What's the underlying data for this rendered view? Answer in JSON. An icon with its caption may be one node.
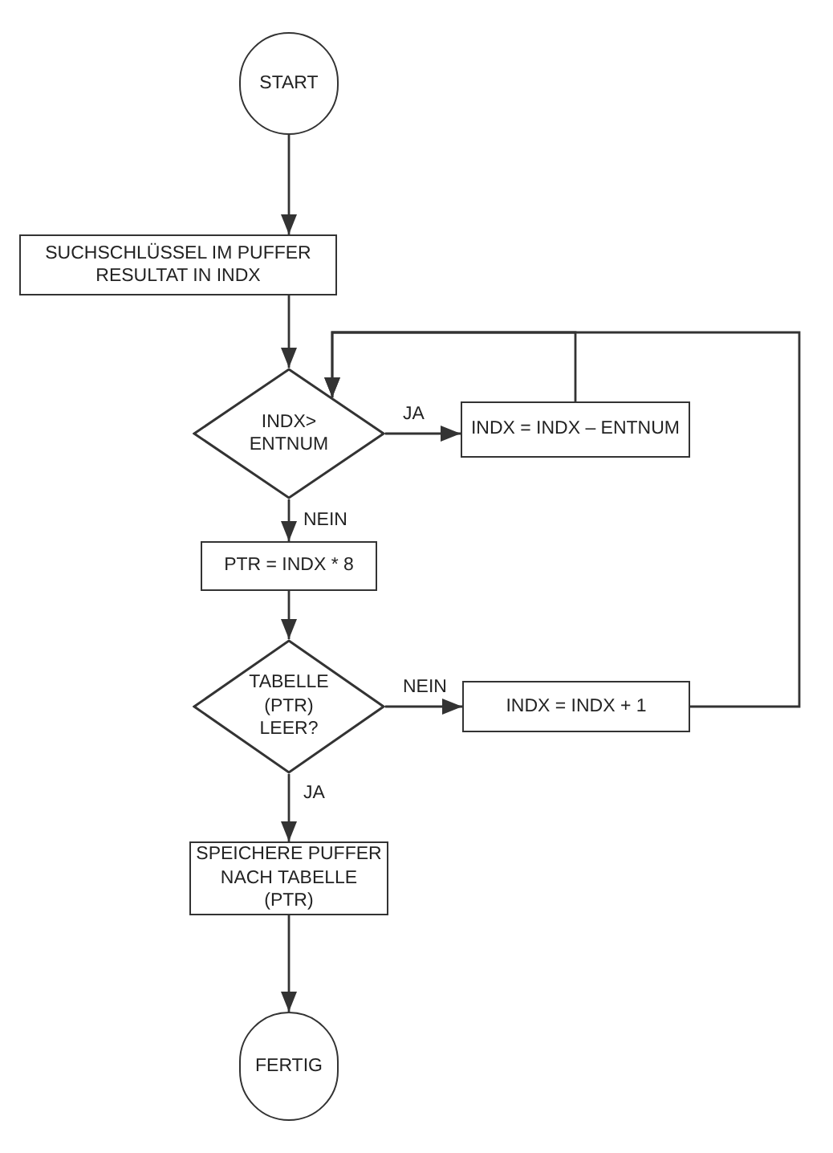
{
  "diagram": {
    "nodes": [
      {
        "text": [
          "START"
        ]
      },
      {
        "text": [
          "SUCHSCHLÜSSEL IM PUFFER RESULTAT IN INDX"
        ]
      },
      {
        "text": [
          "INDX> ENTNUM"
        ]
      },
      {
        "text": [
          "INDX = INDX – ENTNUM"
        ]
      },
      {
        "text": [
          "PTR = INDX * 8"
        ]
      },
      {
        "text": [
          "TABELLE (PTR) LEER?"
        ]
      },
      {
        "text": [
          "INDX = INDX + 1"
        ]
      },
      {
        "text": [
          "SPEICHERE PUFFER NACH TABELLE (PTR)"
        ]
      },
      {
        "text": [
          "FERTIG"
        ]
      }
    ],
    "edges": [
      {
        "from": 0,
        "to": 1,
        "arrow": "to"
      },
      {
        "from": 1,
        "to": 2,
        "arrow": "to"
      },
      {
        "from": 2,
        "to": 3,
        "arrow": "to",
        "label": "JA"
      },
      {
        "from": 2,
        "to": 4,
        "arrow": "to",
        "label": "NEIN"
      },
      {
        "from": 3,
        "to": 2,
        "arrow": "to"
      },
      {
        "from": 4,
        "to": 5,
        "arrow": "to"
      },
      {
        "from": 5,
        "to": 6,
        "arrow": "to",
        "label": "NEIN"
      },
      {
        "from": 5,
        "to": 7,
        "arrow": "to",
        "label": "JA"
      },
      {
        "from": 6,
        "to": 2,
        "arrow": "to"
      },
      {
        "from": 7,
        "to": 8,
        "arrow": "to"
      }
    ]
  }
}
